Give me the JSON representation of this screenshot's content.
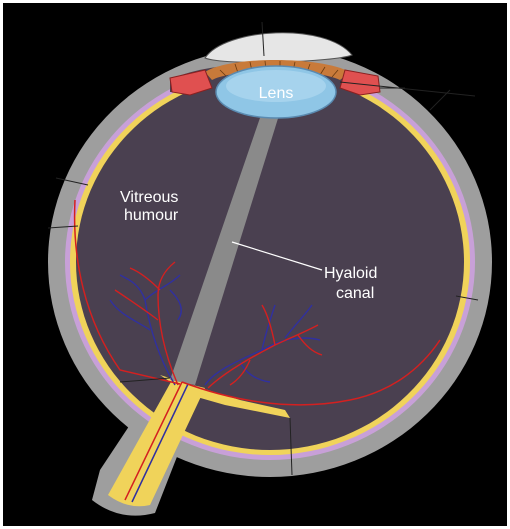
{
  "diagram": {
    "labels": {
      "lens": "Lens",
      "vitreous_line1": "Vitreous",
      "vitreous_line2": "humour",
      "hyaloid_line1": "Hyaloid",
      "hyaloid_line2": "canal"
    },
    "colors": {
      "background": "#000000",
      "sclera": "#9e9e9e",
      "choroid": "#c8a0d8",
      "retina": "#f0d35a",
      "vitreous": "#4a4050",
      "lens": "#8fc6e6",
      "cornea": "#e6e6e6",
      "iris": "#c87a3a",
      "ciliary_body": "#e05050",
      "artery": "#d42020",
      "vein": "#3030a0",
      "hyaloid_canal": "#8a8a8a"
    }
  }
}
